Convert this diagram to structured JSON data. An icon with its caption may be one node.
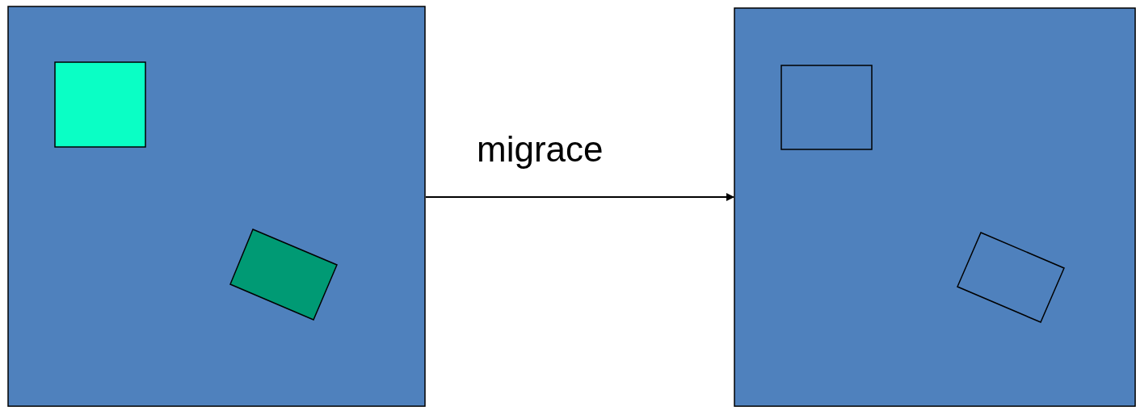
{
  "diagram": {
    "nodes": [
      {
        "text": [],
        "shape": "box"
      },
      {
        "text": [],
        "shape": "box",
        "in": 0
      },
      {
        "text": [],
        "shape": "box",
        "in": 0
      },
      {
        "text": [],
        "shape": "box"
      },
      {
        "text": [],
        "shape": "box",
        "in": 3
      },
      {
        "text": [],
        "shape": "box",
        "in": 3
      }
    ],
    "edges": [
      {
        "from": 0,
        "to": 3,
        "arrow": "to",
        "label": "migrace"
      }
    ]
  }
}
